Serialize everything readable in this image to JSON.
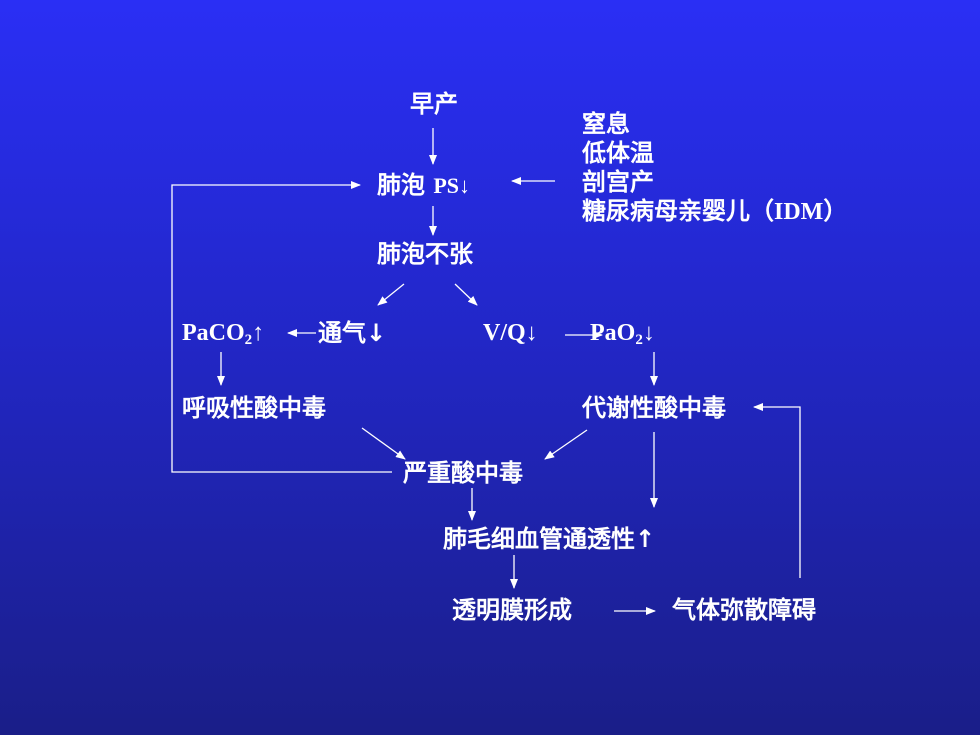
{
  "nodes": {
    "premature": "早产",
    "causes": [
      "窒息",
      "低体温",
      "剖宫产"
    ],
    "idm_prefix": "糖尿病母亲婴儿（",
    "idm_abbr": "IDM",
    "idm_suffix": "）",
    "alveolar_ps": "肺泡",
    "ps_label": "PS↓",
    "atelectasis": "肺泡不张",
    "paco2_pa": "PaCO",
    "paco2_sub": "2",
    "paco2_arrow": "↑",
    "ventilation": "通气↓",
    "vq": "V/Q↓",
    "pao2_pa": "PaO",
    "pao2_sub": "2",
    "pao2_arrow": "↓",
    "resp_acidosis": "呼吸性酸中毒",
    "metab_acidosis": "代谢性酸中毒",
    "severe_acidosis": "严重酸中毒",
    "capillary": "肺毛细血管通透性↑",
    "hyaline": "透明膜形成",
    "diffusion": "气体弥散障碍"
  }
}
